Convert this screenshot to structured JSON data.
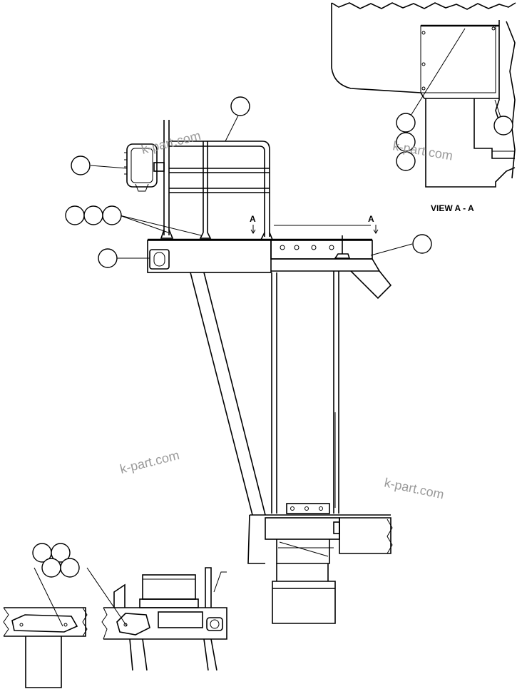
{
  "view_title": "VIEW A - A",
  "section_marker": "A",
  "watermark": "k-part.com"
}
